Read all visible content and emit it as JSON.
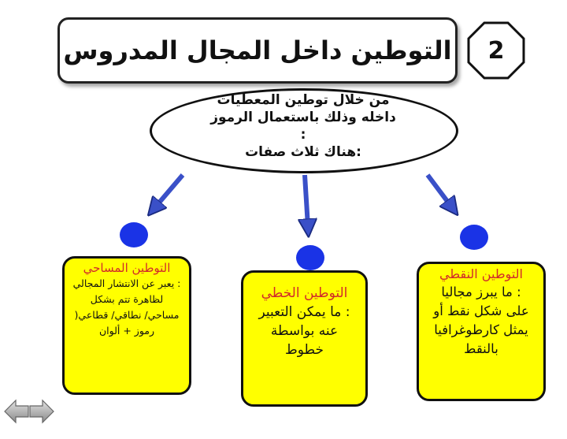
{
  "slide": {
    "number": "2",
    "title": "التوطين داخل المجال المدروس"
  },
  "ellipse": {
    "lines": [
      "من خلال توطين المعطيات",
      "داخله وذلك باستعمال الرموز",
      ":",
      ":هناك ثلاث صفات"
    ]
  },
  "boxes": {
    "areal": {
      "heading": "التوطين المساحي",
      "body": ": يعبر عن الانتشار المجالي لظاهرة تتم بشكل مساحي/ نطاقي/ قطاعي( رموز + ألوان"
    },
    "linear": {
      "heading": "التوطين الخطي",
      "body": ": ما يمكن التعبير عنه بواسطة خطوط"
    },
    "point": {
      "heading": "التوطين النقطي",
      "body": ": ما يبرز مجاليا على شكل نقط أو يمثل كارطوغرافيا بالنقط"
    }
  },
  "colors": {
    "box_fill": "#ffff00",
    "heading_red": "#d12a2a",
    "dot_blue": "#1a33e6",
    "arrow_fill": "#3a50c8"
  },
  "icons": {
    "back": "arrow-left-icon",
    "forward": "arrow-right-icon"
  }
}
